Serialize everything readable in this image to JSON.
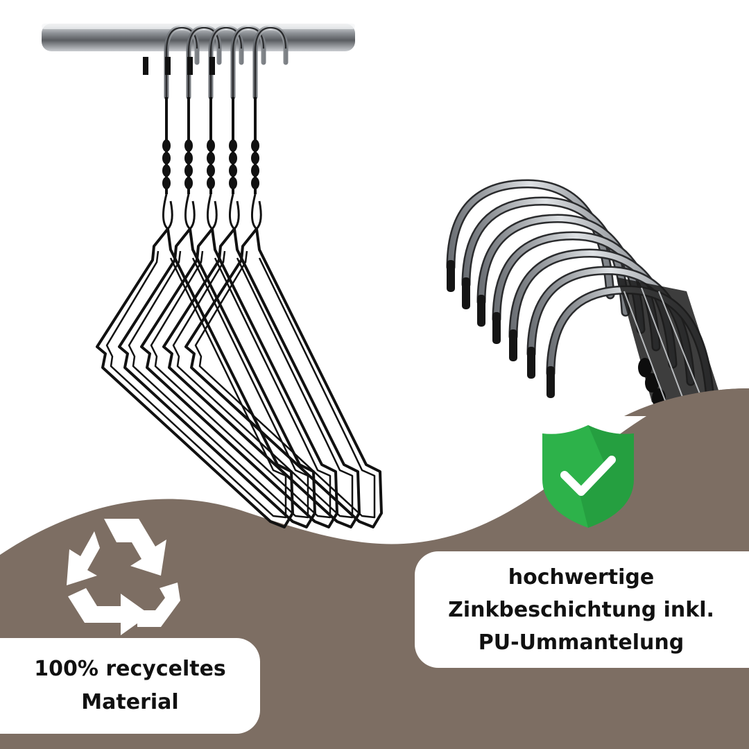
{
  "colors": {
    "background": "#ffffff",
    "wave": "#7d6e63",
    "label_background": "#ffffff",
    "label_text": "#111111",
    "shield": "#2db24a",
    "shield_shade": "#1f8f39",
    "hanger_wire": "#111111",
    "chrome": "#b8bcc0"
  },
  "icons": {
    "recycle": "recycle-icon",
    "check_shield": "shield-check-icon"
  },
  "left_label": {
    "line1": "100% recyceltes",
    "line2": "Material"
  },
  "right_label": {
    "line1": "hochwertige",
    "line2": "Zinkbeschichtung inkl.",
    "line3": "PU-Ummantelung"
  }
}
